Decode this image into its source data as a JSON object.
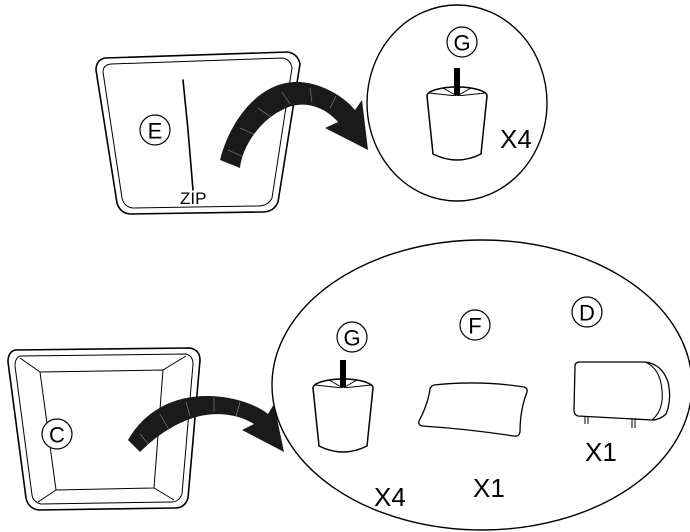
{
  "top": {
    "box_letter": "E",
    "zip_text": "ZIP",
    "leg_letter": "G",
    "leg_qty": "X4"
  },
  "bottom": {
    "box_letter": "C",
    "leg_letter": "G",
    "leg_qty": "X4",
    "pad_letter": "F",
    "pad_qty": "X1",
    "back_letter": "D",
    "back_qty": "X1"
  }
}
